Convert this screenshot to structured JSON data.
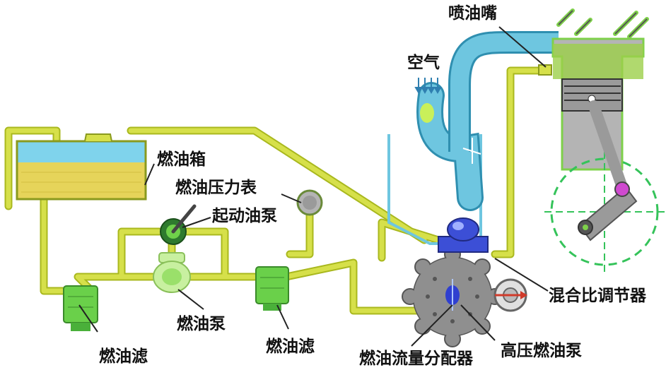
{
  "labels": {
    "injector": "喷油嘴",
    "air": "空气",
    "fuel_tank": "燃油箱",
    "fuel_pressure_gauge": "燃油压力表",
    "starter_pump": "起动油泵",
    "fuel_pump": "燃油泵",
    "fuel_filter_left": "燃油滤",
    "fuel_filter_right": "燃油滤",
    "mixture_regulator": "混合比调节器",
    "fuel_distributor": "燃油流量分配器",
    "high_pressure_pump": "高压燃油泵"
  },
  "colors": {
    "fuel_line": "#d6e04a",
    "fuel_line_dark": "#a9b81e",
    "air_duct": "#6ec6e0",
    "tank_water": "#7fd3ec",
    "tank_fuel": "#e6d45a",
    "filter_green": "#7fe04a",
    "engine_gray": "#9a9a9a",
    "distributor_gray": "#8f8f8f",
    "regulator_blue": "#3c4fd6",
    "label_text": "#111111"
  }
}
